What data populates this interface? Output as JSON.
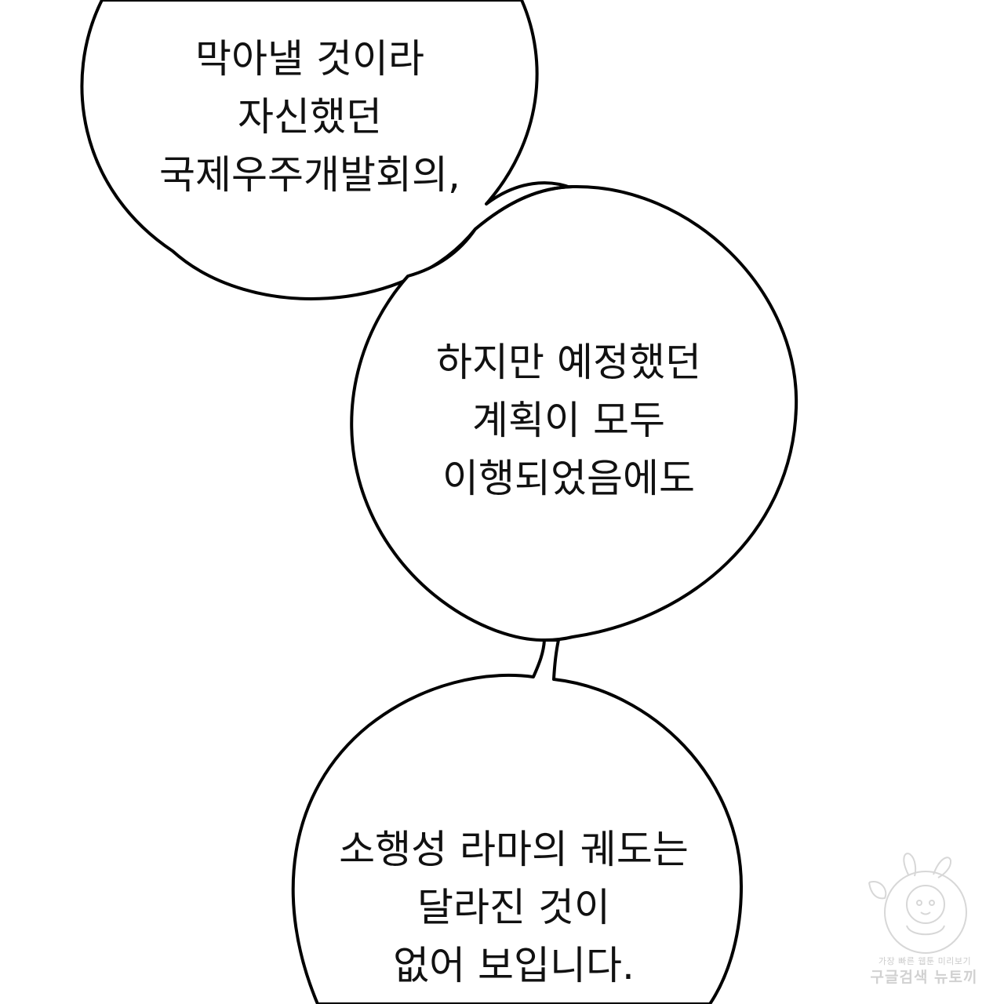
{
  "bubbles": [
    {
      "lines": [
        "",
        "막아낼 것이라",
        "자신했던",
        "국제우주개발회의,"
      ]
    },
    {
      "lines": [
        "하지만 예정했던",
        "계획이 모두",
        "이행되었음에도"
      ]
    },
    {
      "lines": [
        "소행성 라마의 궤도는",
        "달라진 것이",
        "없어 보입니다."
      ]
    }
  ],
  "watermark": {
    "line1": "가장 빠른 웹툰 미리보기",
    "line2": "구글검색 뉴토끼"
  },
  "colors": {
    "background": "#ffffff",
    "outline": "#000000",
    "text": "#111111"
  }
}
